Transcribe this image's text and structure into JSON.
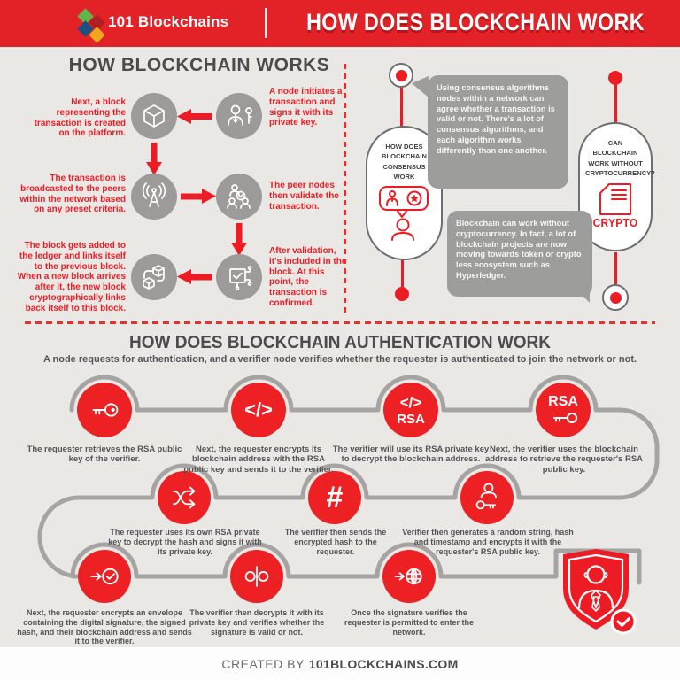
{
  "header": {
    "brand": "101 Blockchains",
    "title": "HOW DOES BLOCKCHAIN WORK",
    "colors": {
      "bar_red": "#e32227",
      "logo_green": "#62b54a",
      "logo_red": "#b01f24",
      "logo_blue": "#1d4f80",
      "logo_yellow": "#f0a71f"
    }
  },
  "works": {
    "title": "HOW BLOCKCHAIN WORKS",
    "accent": "#ed1c24",
    "circle_gray": "#9c9b9a",
    "steps": [
      {
        "icon": "user-key-icon",
        "text": "A node initiates a transaction and signs it with its private key."
      },
      {
        "icon": "cube-icon",
        "text": "Next, a block representing the transaction is created on the platform."
      },
      {
        "icon": "broadcast-icon",
        "text": "The transaction is broadcasted to the peers within the network based on any preset criteria."
      },
      {
        "icon": "peer-validate-icon",
        "text": "The peer nodes then validate the transaction."
      },
      {
        "icon": "confirm-check-icon",
        "text": "After validation, it's included in the block. At this point, the transaction is confirmed."
      },
      {
        "icon": "linked-blocks-icon",
        "text": "The block gets added to the ledger and links itself to the previous block. When a new block arrives after it, the new block cryptographically links back itself to this block."
      }
    ]
  },
  "consensus": {
    "pill_title_lines": "HOW DOES BLOCKCHAIN CONSENSUS WORK",
    "pill_icon": "community-vote-icon",
    "bubble": "Using consensus algorithms nodes within a network can agree whether a transaction is valid or not. There's a lot of consensus algorithms, and each algorithm works differently than one another."
  },
  "crypto": {
    "pill_title_lines": "CAN BLOCKCHAIN WORK WITHOUT CRYPTOCURRENCY?",
    "doc_label": "CRYPTO",
    "pill_icon": "crypto-document-icon",
    "bubble": "Blockchain can work without cryptocurrency. In fact, a lot of blockchain projects are now moving towards token or crypto less ecosystem such as Hyperledger."
  },
  "auth": {
    "title": "HOW DOES BLOCKCHAIN AUTHENTICATION WORK",
    "subtitle": "A node requests for authentication, and a verifier node verifies whether the requester is authenticated to join the network or not.",
    "circle_red": "#ed2024",
    "path_gray": "#a5a4a3",
    "steps": [
      {
        "icon": "key-icon",
        "text": "The requester retrieves the RSA public key of the verifier."
      },
      {
        "icon": "code-icon",
        "label": "</>",
        "text": "Next, the requester encrypts its blockchain address with the RSA public key and sends it to the verifier."
      },
      {
        "icon": "code-rsa-icon",
        "label": "</>",
        "label2": "RSA",
        "text": "The verifier will use its RSA private key to decrypt the blockchain address."
      },
      {
        "icon": "rsa-key-icon",
        "label": "RSA",
        "text": "Next, the verifier uses the blockchain address to retrieve the requester's RSA public key."
      },
      {
        "icon": "shuffle-arrows-icon",
        "text": "The requester uses its own RSA private key to decrypt the hash and signs it with its private key."
      },
      {
        "icon": "hash-icon",
        "label": "#",
        "text": "The verifier then sends the encrypted hash to the requester."
      },
      {
        "icon": "user-key-icon",
        "text": "Verifier then generates a random string, hash and timestamp and encrypts it with the requester's RSA public key."
      },
      {
        "icon": "send-check-icon",
        "text": "Next, the requester encrypts an envelope containing the digital signature, the signed hash, and their blockchain address and sends it to the verifier."
      },
      {
        "icon": "binary-circles-icon",
        "text": "The verifier then decrypts it with its private key and verifies whether the signature is valid or not."
      },
      {
        "icon": "send-globe-icon",
        "text": "Once the signature verifies the requester is permitted to enter the network."
      }
    ],
    "shield_icon": "verified-user-shield-icon"
  },
  "footer": {
    "prefix": "CREATED BY",
    "site": "101BLOCKCHAINS.COM"
  }
}
